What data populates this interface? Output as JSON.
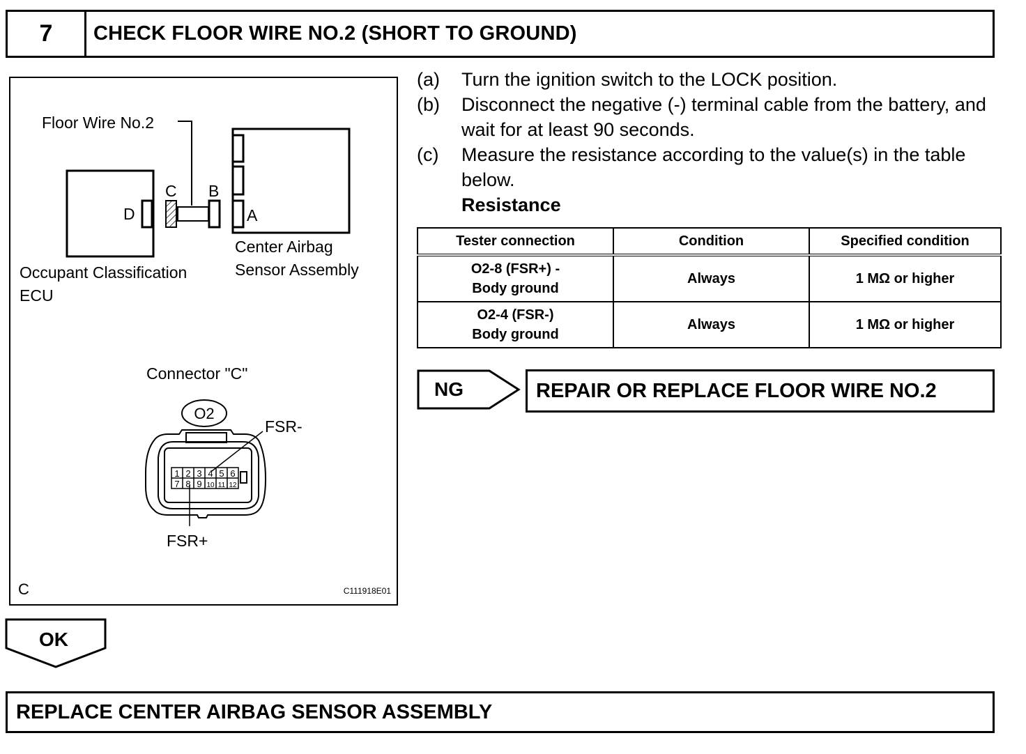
{
  "header": {
    "step_number": "7",
    "title": "CHECK FLOOR WIRE NO.2 (SHORT TO GROUND)"
  },
  "illustration": {
    "floor_wire_label": "Floor Wire No.2",
    "connector_d": "D",
    "connector_c": "C",
    "connector_b": "B",
    "connector_a": "A",
    "airbag_label_line1": "Center Airbag",
    "airbag_label_line2": "Sensor Assembly",
    "ecu_label_line1": "Occupant Classification",
    "ecu_label_line2": "ECU",
    "connector_title": "Connector \"C\"",
    "connector_code": "O2",
    "fsr_minus": "FSR-",
    "fsr_plus": "FSR+",
    "pins_top": [
      "1",
      "2",
      "3",
      "4",
      "5",
      "6"
    ],
    "pins_bottom": [
      "7",
      "8",
      "9",
      "10",
      "11",
      "12"
    ],
    "corner_letter": "C",
    "figure_id": "C111918E01"
  },
  "instructions": {
    "steps": [
      {
        "marker": "(a)",
        "text": "Turn the ignition switch to the LOCK position."
      },
      {
        "marker": "(b)",
        "text": "Disconnect the negative (-) terminal cable from the battery, and wait for at least 90 seconds."
      },
      {
        "marker": "(c)",
        "text": "Measure the resistance according to the value(s) in the table below."
      }
    ],
    "table_heading": "Resistance"
  },
  "table": {
    "headers": [
      "Tester connection",
      "Condition",
      "Specified condition"
    ],
    "rows": [
      {
        "connection_line1": "O2-8 (FSR+) -",
        "connection_line2": "Body ground",
        "condition": "Always",
        "specified": "1 MΩ or higher"
      },
      {
        "connection_line1": "O2-4 (FSR-)",
        "connection_line2": "Body ground",
        "condition": "Always",
        "specified": "1 MΩ or higher"
      }
    ]
  },
  "ng": {
    "label": "NG",
    "result": "REPAIR OR REPLACE FLOOR WIRE NO.2"
  },
  "ok": {
    "label": "OK",
    "result": "REPLACE CENTER AIRBAG SENSOR ASSEMBLY"
  }
}
